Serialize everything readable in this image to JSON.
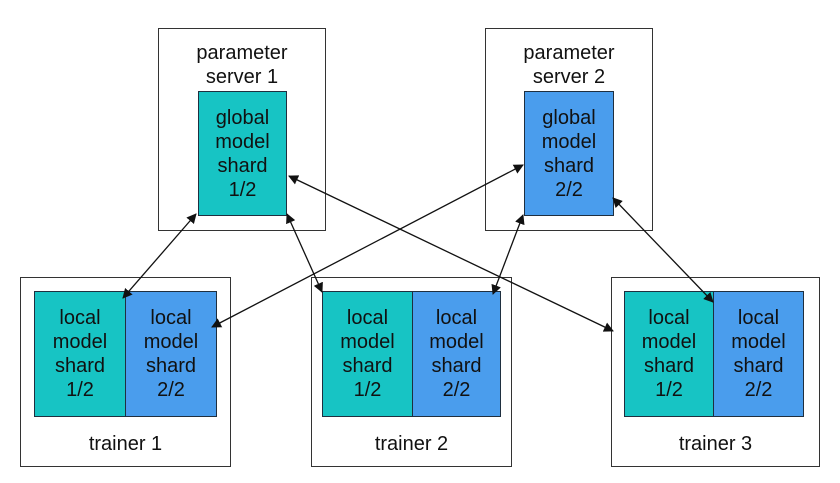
{
  "parameter_servers": [
    {
      "label": "parameter\nserver 1",
      "shard_label": "global\nmodel\nshard\n1/2"
    },
    {
      "label": "parameter\nserver 2",
      "shard_label": "global\nmodel\nshard\n2/2"
    }
  ],
  "trainers": [
    {
      "label": "trainer 1",
      "shards": [
        "local\nmodel\nshard\n1/2",
        "local\nmodel\nshard\n2/2"
      ]
    },
    {
      "label": "trainer 2",
      "shards": [
        "local\nmodel\nshard\n1/2",
        "local\nmodel\nshard\n2/2"
      ]
    },
    {
      "label": "trainer 3",
      "shards": [
        "local\nmodel\nshard\n1/2",
        "local\nmodel\nshard\n2/2"
      ]
    }
  ],
  "colors": {
    "shard_1": "#17c4c4",
    "shard_2": "#4a9ded",
    "border": "#333333",
    "arrow": "#111111"
  }
}
